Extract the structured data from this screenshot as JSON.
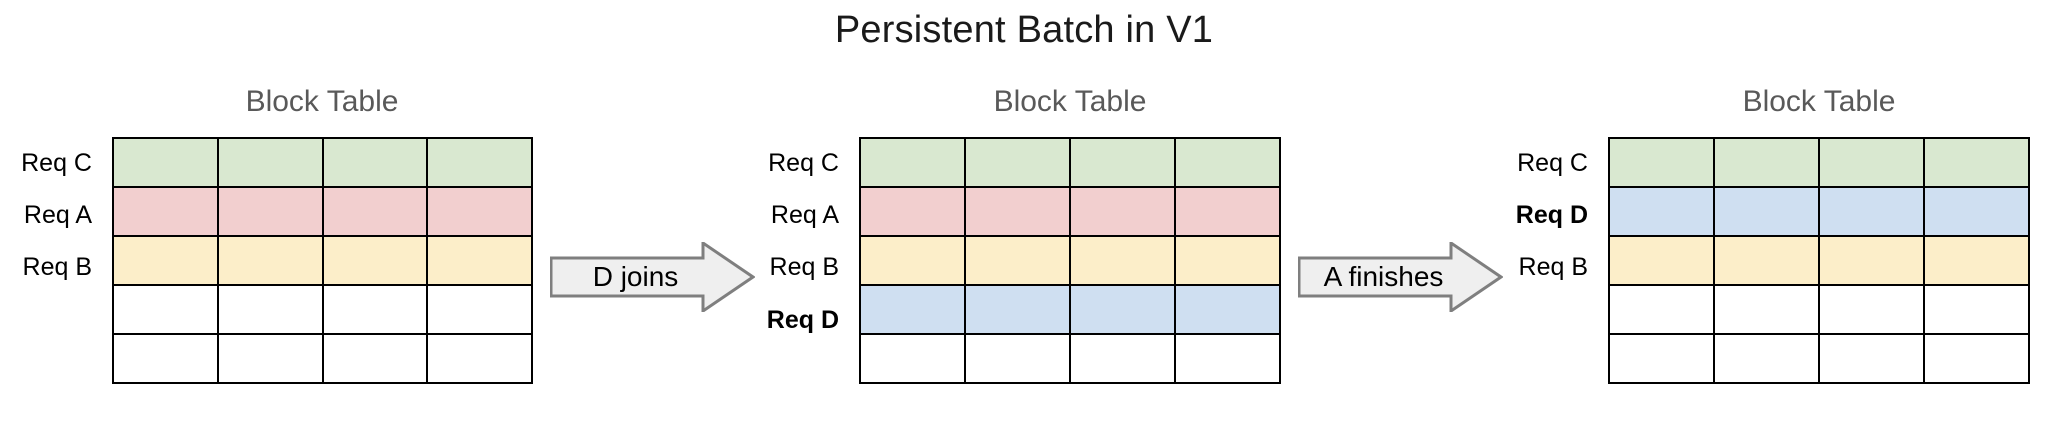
{
  "title": "Persistent Batch in V1",
  "colors": {
    "green": "#d9e8d0",
    "pink": "#f2cfcf",
    "yellow": "#fceec9",
    "blue": "#cfdff1",
    "empty": "#ffffff",
    "border": "#000000",
    "title_text": "#1a1a1a",
    "table_title_text": "#595959",
    "arrow_fill": "#efefef",
    "arrow_stroke": "#7f7f7f"
  },
  "table_columns": 4,
  "stages": [
    {
      "id": "stage-initial",
      "table_title": "Block Table",
      "rows": [
        {
          "label": "Req C",
          "color": "green",
          "bold": false,
          "empty": false
        },
        {
          "label": "Req A",
          "color": "pink",
          "bold": false,
          "empty": false
        },
        {
          "label": "Req B",
          "color": "yellow",
          "bold": false,
          "empty": false
        },
        {
          "label": "",
          "color": "empty",
          "bold": false,
          "empty": true
        },
        {
          "label": "",
          "color": "empty",
          "bold": false,
          "empty": true
        }
      ]
    },
    {
      "id": "stage-after-d-joins",
      "table_title": "Block Table",
      "rows": [
        {
          "label": "Req C",
          "color": "green",
          "bold": false,
          "empty": false
        },
        {
          "label": "Req A",
          "color": "pink",
          "bold": false,
          "empty": false
        },
        {
          "label": "Req B",
          "color": "yellow",
          "bold": false,
          "empty": false
        },
        {
          "label": "Req D",
          "color": "blue",
          "bold": true,
          "empty": false
        },
        {
          "label": "",
          "color": "empty",
          "bold": false,
          "empty": true
        }
      ]
    },
    {
      "id": "stage-after-a-finishes",
      "table_title": "Block Table",
      "rows": [
        {
          "label": "Req C",
          "color": "green",
          "bold": false,
          "empty": false
        },
        {
          "label": "Req D",
          "color": "blue",
          "bold": true,
          "empty": false
        },
        {
          "label": "Req B",
          "color": "yellow",
          "bold": false,
          "empty": false
        },
        {
          "label": "",
          "color": "empty",
          "bold": false,
          "empty": true
        },
        {
          "label": "",
          "color": "empty",
          "bold": false,
          "empty": true
        }
      ]
    }
  ],
  "transitions": [
    {
      "id": "transition-d-joins",
      "label": "D joins"
    },
    {
      "id": "transition-a-finishes",
      "label": "A finishes"
    }
  ]
}
